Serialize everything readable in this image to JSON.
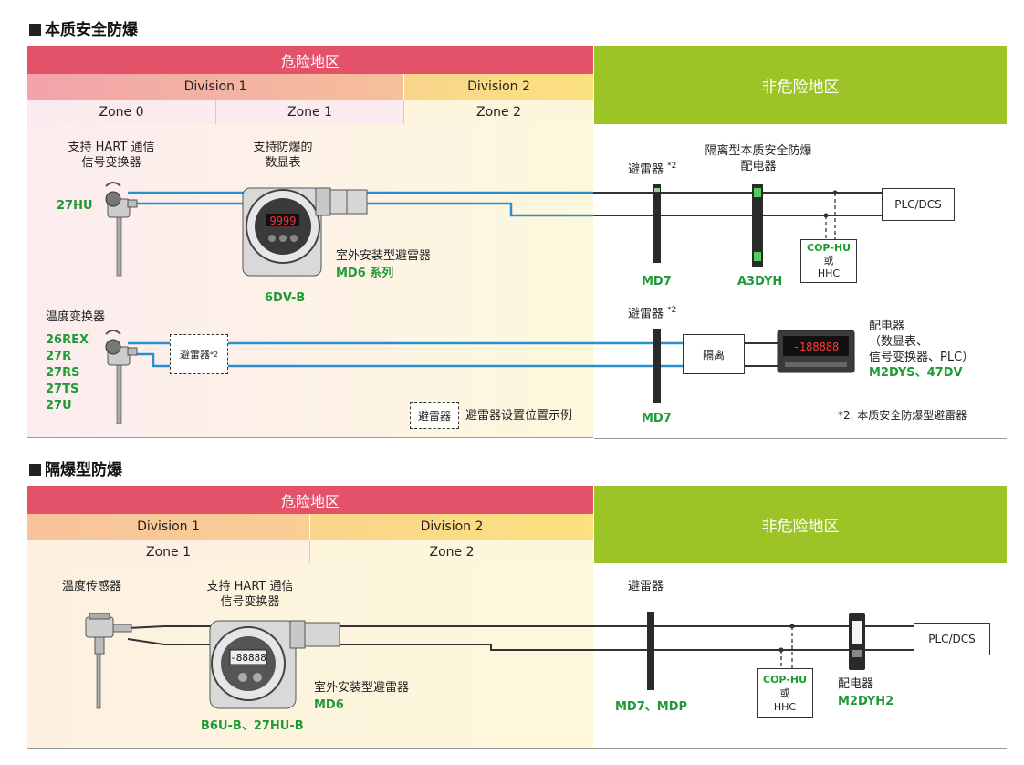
{
  "section1": {
    "title": "本质安全防爆",
    "hazard_header": "危险地区",
    "nonhazard_header": "非危险地区",
    "division1": "Division 1",
    "division2": "Division 2",
    "zone0": "Zone 0",
    "zone1": "Zone 1",
    "zone2": "Zone 2",
    "hart_label_line1": "支持 HART 通信",
    "hart_label_line2": "信号变换器",
    "hart_model": "27HU",
    "display_label_line1": "支持防爆的",
    "display_label_line2": "数显表",
    "display_readout": "9999",
    "display_model": "6DV-B",
    "outdoor_arrester": "室外安装型避雷器",
    "outdoor_arrester_model": "MD6 系列",
    "temp_converter": "温度变换器",
    "temp_models": [
      "26REX",
      "27R",
      "27RS",
      "27TS",
      "27U"
    ],
    "arrester_box": "避雷器",
    "arrester_note": "*2",
    "legend_box": "避雷器",
    "legend_text": "避雷器设置位置示例",
    "arrester_top": "避雷器",
    "arrester_top_note": "*2",
    "md7_top": "MD7",
    "isolated_dist_line1": "隔离型本质安全防爆",
    "isolated_dist_line2": "配电器",
    "a3dyh": "A3DYH",
    "plc_dcs": "PLC/DCS",
    "cop_hu": "COP-HU",
    "or": "或",
    "hhc": "HHC",
    "arrester_mid": "避雷器",
    "arrester_mid_note": "*2",
    "isolation_box": "隔离",
    "md7_bottom": "MD7",
    "distributor_line1": "配电器",
    "distributor_line2": "（数显表、",
    "distributor_line3": "信号变换器、PLC）",
    "distributor_models": "M2DYS、47DV",
    "panel_readout": "-188888",
    "footnote": "*2. 本质安全防爆型避雷器"
  },
  "section2": {
    "title": "隔爆型防爆",
    "hazard_header": "危险地区",
    "nonhazard_header": "非危险地区",
    "division1": "Division 1",
    "division2": "Division 2",
    "zone1": "Zone 1",
    "zone2": "Zone 2",
    "temp_sensor": "温度传感器",
    "hart_label_line1": "支持 HART 通信",
    "hart_label_line2": "信号变换器",
    "display_readout": "-88888",
    "hart_models": "B6U-B、27HU-B",
    "outdoor_arrester": "室外安装型避雷器",
    "outdoor_arrester_model": "MD6",
    "arrester": "避雷器",
    "arrester_models": "MD7、MDP",
    "cop_hu": "COP-HU",
    "or": "或",
    "hhc": "HHC",
    "distributor": "配电器",
    "distributor_model": "M2DYH2",
    "plc_dcs": "PLC/DCS"
  },
  "colors": {
    "hazard_red": "#e4526a",
    "nonhazard_green": "#9dc427",
    "model_green": "#1f9a36",
    "signal_blue": "#2a8fd0"
  }
}
